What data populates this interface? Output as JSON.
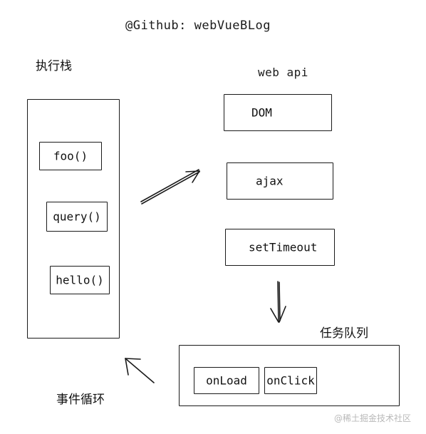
{
  "header": {
    "credit": "@Github: webVueBLog"
  },
  "call_stack": {
    "title": "执行栈",
    "items": [
      "foo()",
      "query()",
      "hello()"
    ]
  },
  "web_api": {
    "title": "web api",
    "items": [
      "DOM",
      "ajax",
      "setTimeout"
    ]
  },
  "task_queue": {
    "title": "任务队列",
    "items": [
      "onLoad",
      "onClick"
    ]
  },
  "event_loop": {
    "label": "事件循环"
  },
  "watermark": {
    "text": "@稀土掘金技术社区"
  },
  "icons": {
    "stack_to_api_arrow": "arrow-up-right-icon",
    "api_to_queue_arrow": "arrow-down-icon",
    "queue_to_stack_arrow": "arrow-up-left-icon"
  }
}
